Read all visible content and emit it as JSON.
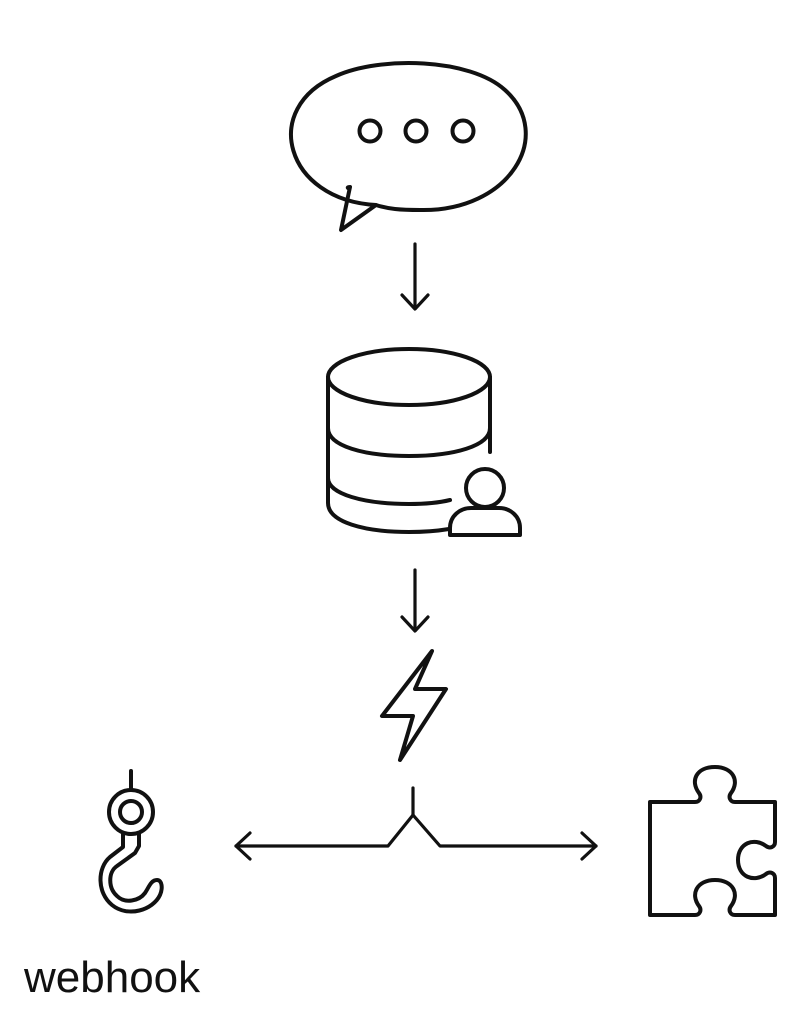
{
  "nodes": {
    "chat": {
      "icon": "chat-bubble-icon"
    },
    "database": {
      "icon": "database-user-icon"
    },
    "trigger": {
      "icon": "lightning-bolt-icon"
    },
    "webhook": {
      "icon": "webhook-hook-icon",
      "label": "webhook"
    },
    "integration": {
      "icon": "puzzle-piece-icon"
    }
  },
  "edges": [
    {
      "from": "chat",
      "to": "database"
    },
    {
      "from": "database",
      "to": "trigger"
    },
    {
      "from": "trigger",
      "to": "webhook"
    },
    {
      "from": "trigger",
      "to": "integration"
    }
  ],
  "colors": {
    "stroke": "#111111",
    "background": "#ffffff"
  }
}
